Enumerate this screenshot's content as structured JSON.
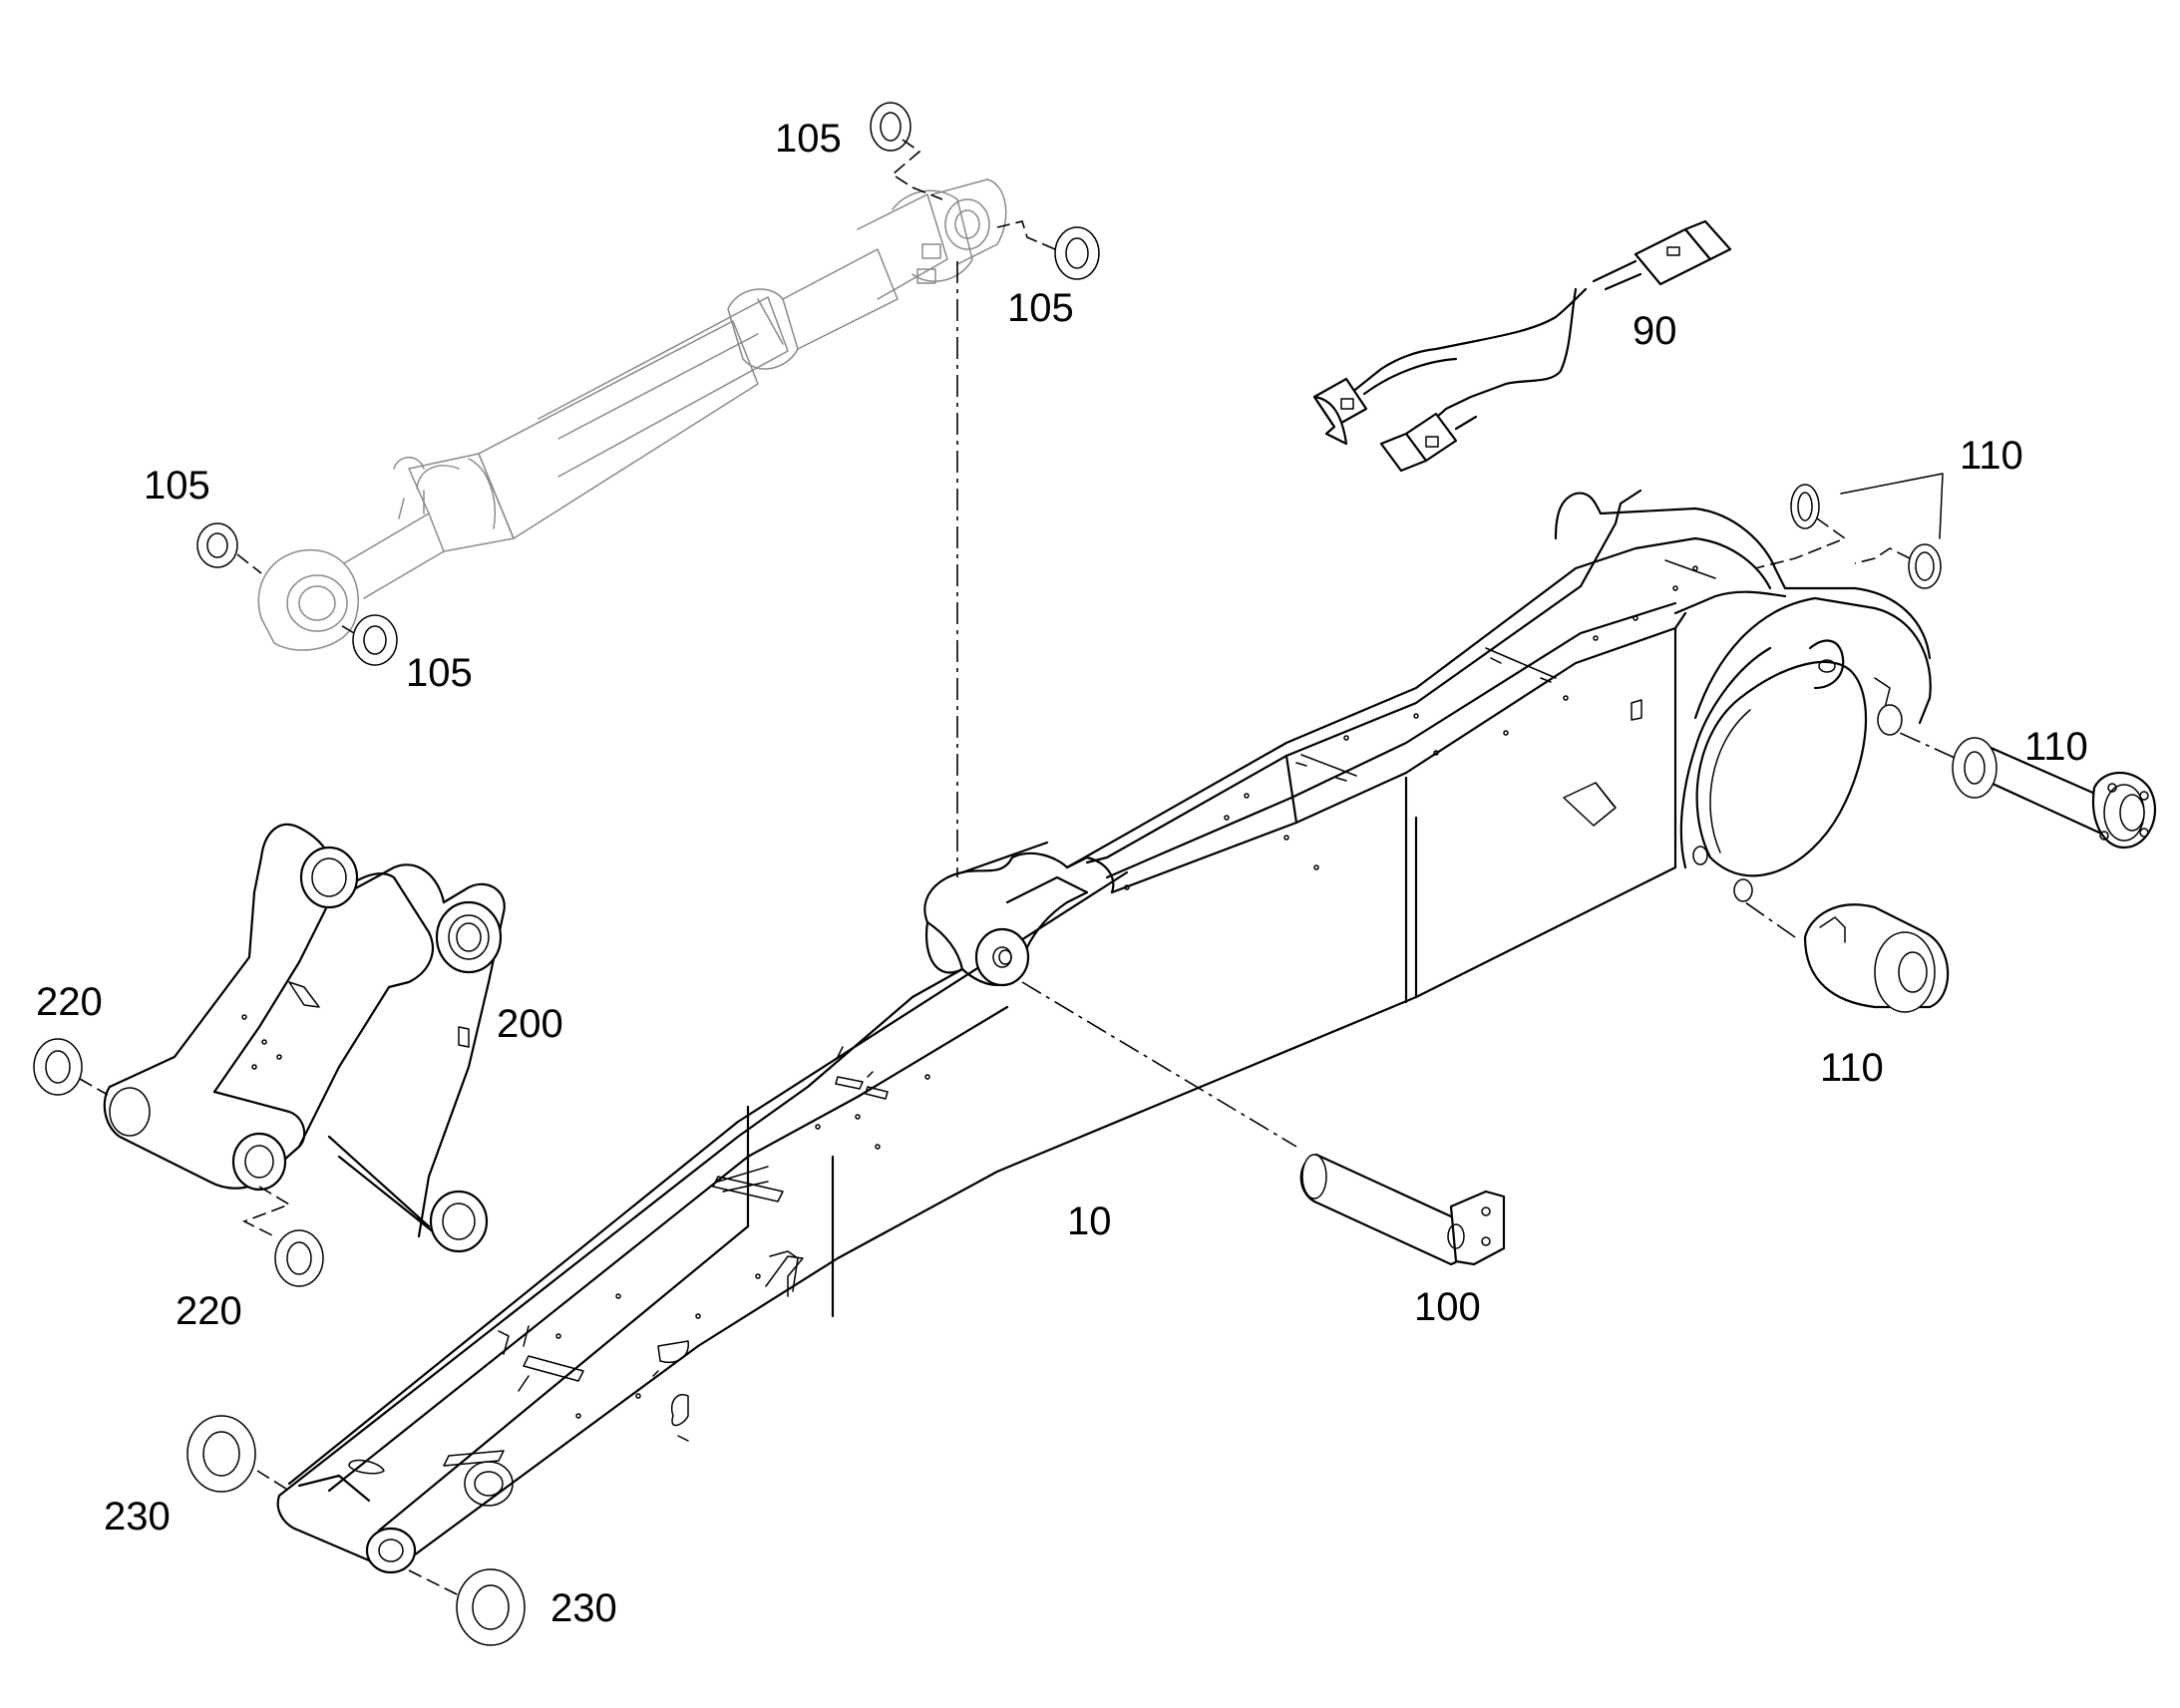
{
  "diagram": {
    "labels": {
      "boom": "10",
      "wiring_harness": "90",
      "pin": "100",
      "cylinder_washer_top_left": "105",
      "cylinder_washer_top_right": "105",
      "cylinder_washer_bottom_left": "105",
      "cylinder_washer_bottom_right": "105",
      "foot_washers": "110",
      "foot_pin_flange": "110",
      "foot_bushing": "110",
      "linkage": "200",
      "linkage_washer_left": "220",
      "linkage_washer_bottom": "220",
      "boom_tip_washer_left": "230",
      "boom_tip_washer_right": "230"
    }
  }
}
